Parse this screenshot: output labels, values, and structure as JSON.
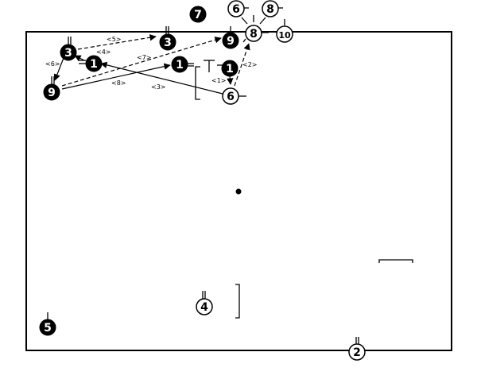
{
  "diagram": {
    "colors": {
      "ink": "#000000",
      "paper": "#ffffff"
    },
    "markers": [
      {
        "id": "m7-top",
        "label": "7",
        "style": "filled"
      },
      {
        "id": "m6-top",
        "label": "6",
        "style": "outline"
      },
      {
        "id": "m8-top",
        "label": "8",
        "style": "outline"
      },
      {
        "id": "m10-top",
        "label": "10",
        "style": "outline"
      },
      {
        "id": "m8-mid",
        "label": "8",
        "style": "outline"
      },
      {
        "id": "m9-top",
        "label": "9",
        "style": "filled"
      },
      {
        "id": "m3-left",
        "label": "3",
        "style": "filled"
      },
      {
        "id": "m3-mid",
        "label": "3",
        "style": "filled"
      },
      {
        "id": "m1-left",
        "label": "1",
        "style": "filled"
      },
      {
        "id": "m1-mid",
        "label": "1",
        "style": "filled"
      },
      {
        "id": "m1-right",
        "label": "1",
        "style": "filled"
      },
      {
        "id": "m9-left",
        "label": "9",
        "style": "filled"
      },
      {
        "id": "m6-mid",
        "label": "6",
        "style": "outline"
      },
      {
        "id": "m4",
        "label": "4",
        "style": "outline"
      },
      {
        "id": "m5",
        "label": "5",
        "style": "filled"
      },
      {
        "id": "m2",
        "label": "2",
        "style": "outline"
      }
    ],
    "edge_labels": [
      {
        "id": "e1",
        "text": "<1>"
      },
      {
        "id": "e2",
        "text": "<2>"
      },
      {
        "id": "e3",
        "text": "<3>"
      },
      {
        "id": "e4",
        "text": "<4>"
      },
      {
        "id": "e5",
        "text": "<5>"
      },
      {
        "id": "e6",
        "text": "<6>"
      },
      {
        "id": "e7",
        "text": "<7>"
      },
      {
        "id": "e8",
        "text": "<8>"
      }
    ]
  }
}
